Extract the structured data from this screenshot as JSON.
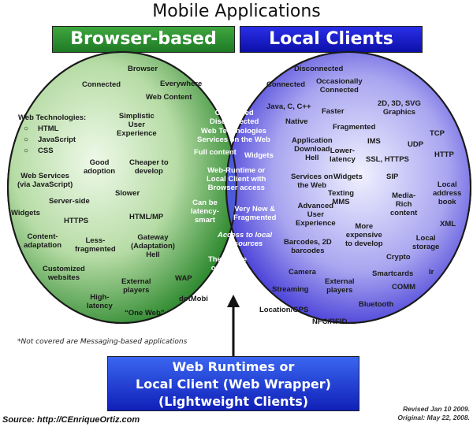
{
  "title": "Mobile Applications",
  "headers": {
    "left": "Browser-based",
    "right": "Local Clients"
  },
  "left": {
    "browser": "Browser",
    "connected": "Connected",
    "everywhere": "Everywhere",
    "web_content": "Web Content",
    "web_tech_title": "Web Technologies:",
    "web_tech_items": [
      "HTML",
      "JavaScript",
      "CSS"
    ],
    "simplistic": [
      "Simplistic",
      "User",
      "Experience"
    ],
    "good_adoption": [
      "Good",
      "adoption"
    ],
    "cheaper": [
      "Cheaper to",
      "develop"
    ],
    "web_services": [
      "Web Services",
      "(via JavaScript)"
    ],
    "slower": "Slower",
    "server_side": "Server-side",
    "widgets": "Widgets",
    "https": "HTTPS",
    "html_mp": "HTML/MP",
    "content_adaptation": [
      "Content-",
      "adaptation"
    ],
    "less_fragmented": [
      "Less-",
      "fragmented"
    ],
    "gateway": [
      "Gateway",
      "(Adaptation)",
      "Hell"
    ],
    "customized": [
      "Customized",
      "websites"
    ],
    "external_players": [
      "External",
      "players"
    ],
    "wap": "WAP",
    "high_latency": [
      "High-",
      "latency"
    ],
    "dotmobi": "dotMobi",
    "one_web": "“One Web”"
  },
  "middle": {
    "connected_disconnected": [
      "Connected",
      "Disconnected"
    ],
    "web_tech": [
      "Web Technologies",
      "Services on the Web"
    ],
    "full_content": "Full content",
    "widgets": "Widgets",
    "web_runtime": [
      "Web-Runtime or",
      "Local Client with",
      "Browser access"
    ],
    "latency": [
      "Can be",
      "latency-",
      "smart"
    ],
    "very_new": [
      "Very New &",
      "Fragmented"
    ],
    "access_local": [
      "Access to local",
      "resources"
    ],
    "future": [
      "The Future",
      "of Mobile",
      "Web"
    ]
  },
  "right": {
    "disconnected": "Disconnected",
    "connected": "Connected",
    "occasionally": [
      "Occasionally",
      "Connected"
    ],
    "java": "Java, C, C++",
    "native": "Native",
    "faster": "Faster",
    "graphics": [
      "2D, 3D, SVG",
      "Graphics"
    ],
    "fragmented": "Fragmented",
    "app_download": [
      "Application",
      "Download",
      "Hell"
    ],
    "lower_latency": [
      "Lower-",
      "latency"
    ],
    "ims": "IMS",
    "udp": "UDP",
    "tcp": "TCP",
    "http": "HTTP",
    "ssl": "SSL, HTTPS",
    "widgets": "Widgets",
    "sip": "SIP",
    "services_web": [
      "Services on",
      "the Web"
    ],
    "texting": [
      "Texting",
      "MMS"
    ],
    "media_rich": [
      "Media-",
      "Rich",
      "content"
    ],
    "local_address": [
      "Local",
      "address",
      "book"
    ],
    "advanced_ux": [
      "Advanced",
      "User",
      "Experience"
    ],
    "more_expensive": [
      "More",
      "expensive",
      "to develop"
    ],
    "xml": "XML",
    "local_storage": [
      "Local",
      "storage"
    ],
    "barcodes": [
      "Barcodes, 2D",
      "barcodes"
    ],
    "crypto": "Crypto",
    "camera": "Camera",
    "smartcards": "Smartcards",
    "ir": "Ir",
    "streaming": "Streaming",
    "external_players": [
      "External",
      "players"
    ],
    "comm": "COMM",
    "bluetooth": "Bluetooth",
    "location": "Location/GPS",
    "nfc": "NFC/RFID"
  },
  "note": "*Not covered are Messaging-based applications",
  "bottom_box": [
    "Web Runtimes or",
    "Local Client (Web Wrapper)",
    "(Lightweight Clients)"
  ],
  "source": "Source: http://CEnriqueOrtiz.com",
  "revised": [
    "Revised Jan 10 2009.",
    "Original: May 22, 2008."
  ],
  "colors": {
    "green": "#2e8f33",
    "blue": "#1418c8",
    "overlap": "#4a5ad8"
  }
}
